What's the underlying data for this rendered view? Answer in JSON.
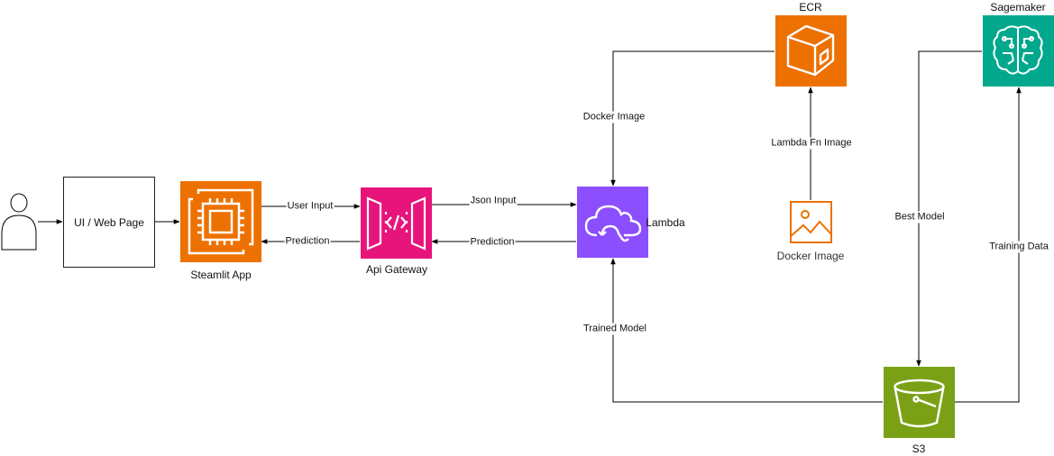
{
  "user": {
    "icon": "user-icon"
  },
  "ui_page": {
    "label": "UI / Web Page"
  },
  "streamlit": {
    "label": "Steamlit App",
    "icon": "ec2-chip-icon",
    "color": "#ED7100"
  },
  "api_gateway": {
    "label": "Api Gateway",
    "icon": "api-gateway-icon",
    "color": "#E7157B"
  },
  "lambda": {
    "label": "Lambda",
    "icon": "lambda-cloud-icon",
    "color": "#8C4FFF"
  },
  "ecr": {
    "label": "ECR",
    "icon": "ecr-container-icon",
    "color": "#ED7100"
  },
  "sagemaker": {
    "label": "Sagemaker",
    "icon": "sagemaker-brain-icon",
    "color": "#01A88D"
  },
  "s3": {
    "label": "S3",
    "icon": "s3-bucket-icon",
    "color": "#7AA116"
  },
  "docker_image": {
    "label": "Docker Image",
    "icon": "image-icon",
    "color": "#ED7100"
  },
  "edges": {
    "user_input": "User Input",
    "prediction_1": "Prediction",
    "json_input": "Json Input",
    "prediction_2": "Prediction",
    "docker_image": "Docker Image",
    "lambda_fn_image": "Lambda Fn Image",
    "trained_model": "Trained Model",
    "best_model": "Best Model",
    "training_data": "Training Data"
  }
}
